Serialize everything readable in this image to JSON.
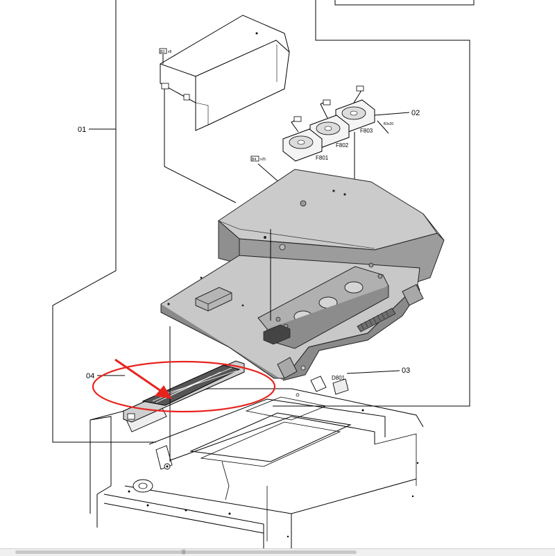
{
  "callouts": {
    "c01": "01",
    "c02": "02",
    "c03": "03",
    "c04": "04"
  },
  "components": {
    "f801": "F801",
    "f802": "F802",
    "f803": "F803",
    "d801": "D801"
  },
  "screws": {
    "b3_box": "B3",
    "b3_qty": "x8",
    "b4_box": "B4",
    "b4_qty": "x25",
    "b3b": "B3x20"
  },
  "colors": {
    "housing_top": "#c9c9c9",
    "housing_side": "#9b9b9b",
    "housing_dark": "#7d7d7d",
    "highlight": "#e8231d"
  },
  "scrollbar": {
    "grip": "|||"
  }
}
